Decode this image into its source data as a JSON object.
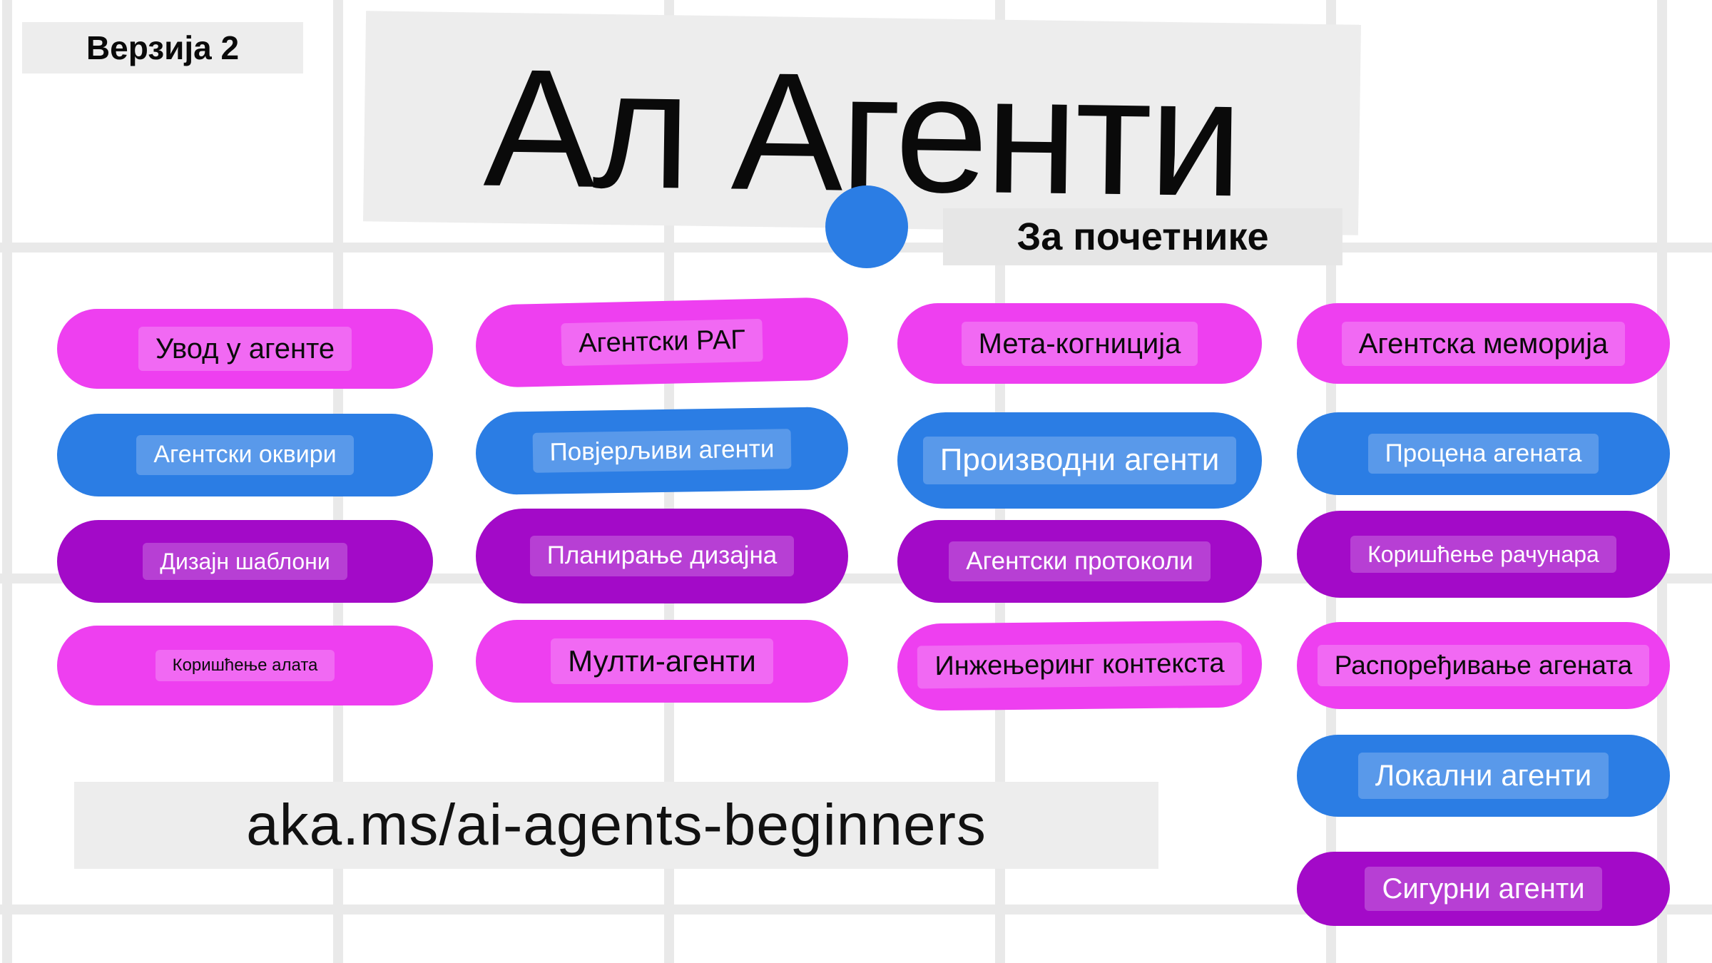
{
  "badge": {
    "label": "Верзија 2"
  },
  "header": {
    "title": "Ал Агенти",
    "subtitle": "За почетнике"
  },
  "footer": {
    "link": "aka.ms/ai-agents-beginners"
  },
  "colors": {
    "magenta": "#ee3ff0",
    "blue": "#2b7de4",
    "purple": "#a30ac8",
    "panel": "#ededed",
    "panel2": "#e6e6e6"
  },
  "topics": [
    {
      "label": "Увод у агенте",
      "color": "magenta"
    },
    {
      "label": "Агентски оквири",
      "color": "blue"
    },
    {
      "label": "Дизајн шаблони",
      "color": "purple"
    },
    {
      "label": "Коришћење алата",
      "color": "magenta"
    },
    {
      "label": "Агентски РАГ",
      "color": "magenta"
    },
    {
      "label": "Повјерљиви агенти",
      "color": "blue"
    },
    {
      "label": "Планирање дизајна",
      "color": "purple"
    },
    {
      "label": "Мулти-агенти",
      "color": "magenta"
    },
    {
      "label": "Мета-когниција",
      "color": "magenta"
    },
    {
      "label": "Производни агенти",
      "color": "blue"
    },
    {
      "label": "Агентски протоколи",
      "color": "purple"
    },
    {
      "label": "Инжењеринг контекста",
      "color": "magenta"
    },
    {
      "label": "Агентска меморија",
      "color": "magenta"
    },
    {
      "label": "Процена агената",
      "color": "blue"
    },
    {
      "label": "Коришћење рачунара",
      "color": "purple"
    },
    {
      "label": "Распоређивање агената",
      "color": "magenta"
    },
    {
      "label": "Локални агенти",
      "color": "blue"
    },
    {
      "label": "Сигурни агенти",
      "color": "purple"
    }
  ]
}
